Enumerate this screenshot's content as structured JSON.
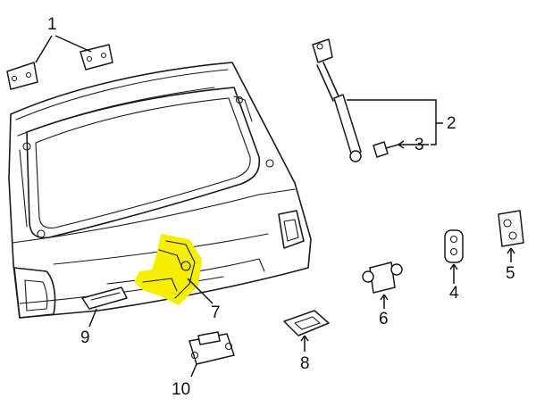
{
  "diagram": {
    "highlight_color": "#f6f000",
    "line_color": "#1a1a1a",
    "callouts": [
      {
        "id": "1",
        "label": "1"
      },
      {
        "id": "2",
        "label": "2"
      },
      {
        "id": "3",
        "label": "3"
      },
      {
        "id": "4",
        "label": "4"
      },
      {
        "id": "5",
        "label": "5"
      },
      {
        "id": "6",
        "label": "6"
      },
      {
        "id": "7",
        "label": "7"
      },
      {
        "id": "8",
        "label": "8"
      },
      {
        "id": "9",
        "label": "9"
      },
      {
        "id": "10",
        "label": "10"
      }
    ]
  }
}
